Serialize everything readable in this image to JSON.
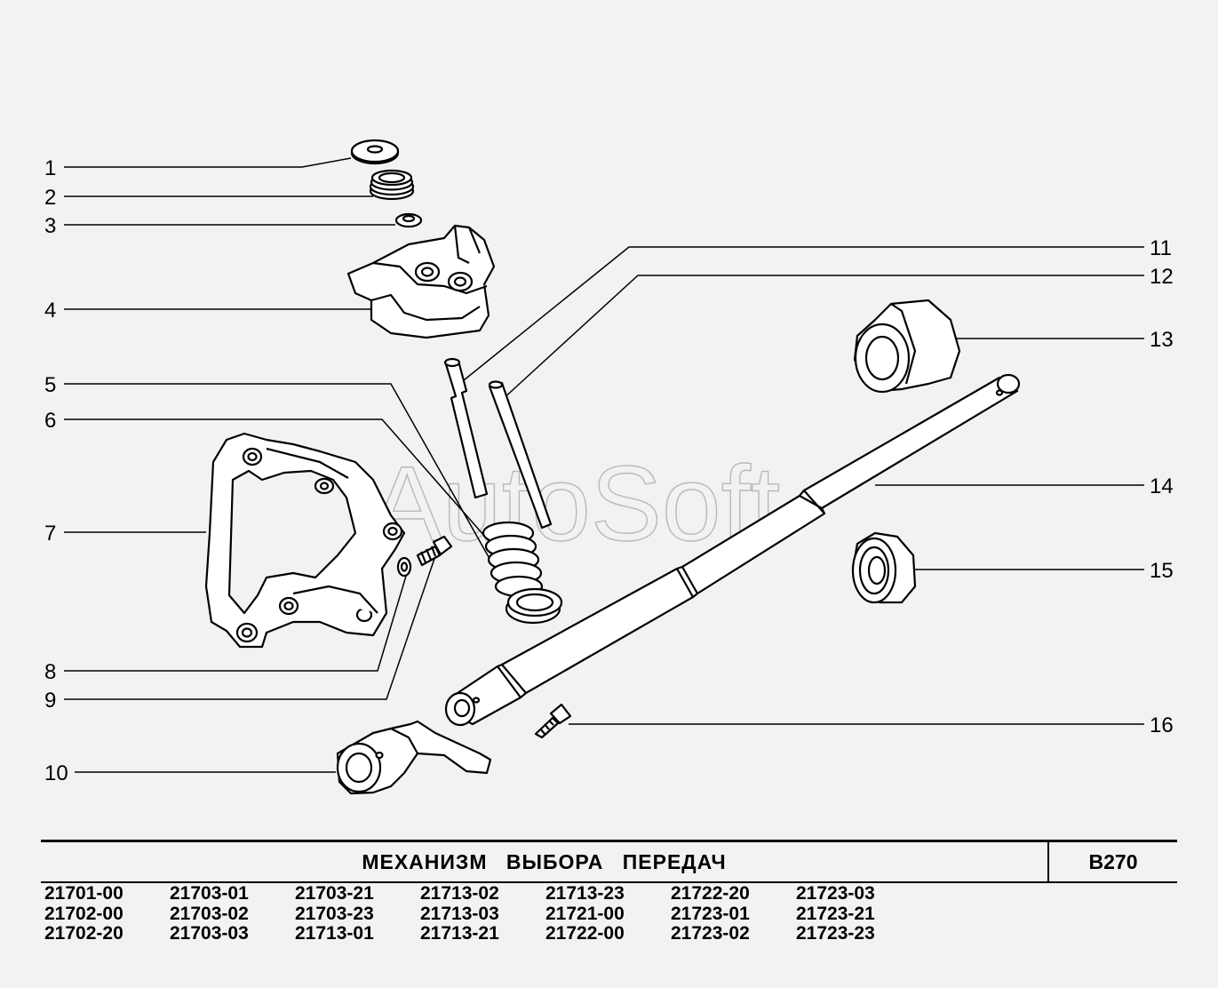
{
  "watermark": "AutoSoft",
  "callouts": [
    "1",
    "2",
    "3",
    "4",
    "5",
    "6",
    "7",
    "8",
    "9",
    "10",
    "11",
    "12",
    "13",
    "14",
    "15",
    "16"
  ],
  "title": "МЕХАНИЗМ ВЫБОРА ПЕРЕДАЧ",
  "page_code": "B270",
  "models": [
    [
      "21701-00",
      "21702-00",
      "21702-20"
    ],
    [
      "21703-01",
      "21703-02",
      "21703-03"
    ],
    [
      "21703-21",
      "21703-23",
      "21713-01"
    ],
    [
      "21713-02",
      "21713-03",
      "21713-21"
    ],
    [
      "21713-23",
      "21721-00",
      "21722-00"
    ],
    [
      "21722-20",
      "21723-01",
      "21723-02"
    ],
    [
      "21723-03",
      "21723-21",
      "21723-23"
    ]
  ]
}
